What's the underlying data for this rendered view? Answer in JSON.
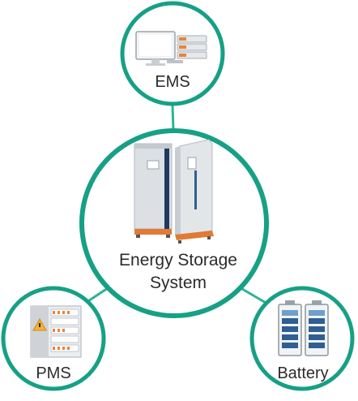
{
  "diagram": {
    "center": {
      "label_line1": "Energy Storage",
      "label_line2": "System",
      "icon": "energy-storage-cabinets-icon"
    },
    "ems": {
      "label": "EMS",
      "icon": "monitor-server-icon"
    },
    "pms": {
      "label": "PMS",
      "icon": "power-panel-icon"
    },
    "battery": {
      "label": "Battery",
      "icon": "battery-pack-icon"
    },
    "colors": {
      "ring": "#16a085",
      "fill": "#ffffff",
      "line": "#2bb58f",
      "text": "#2b2b2b",
      "accent_orange": "#e8843a",
      "battery_blue": "#2f5f92",
      "cabinet_gray": "#dcdfe3"
    }
  }
}
